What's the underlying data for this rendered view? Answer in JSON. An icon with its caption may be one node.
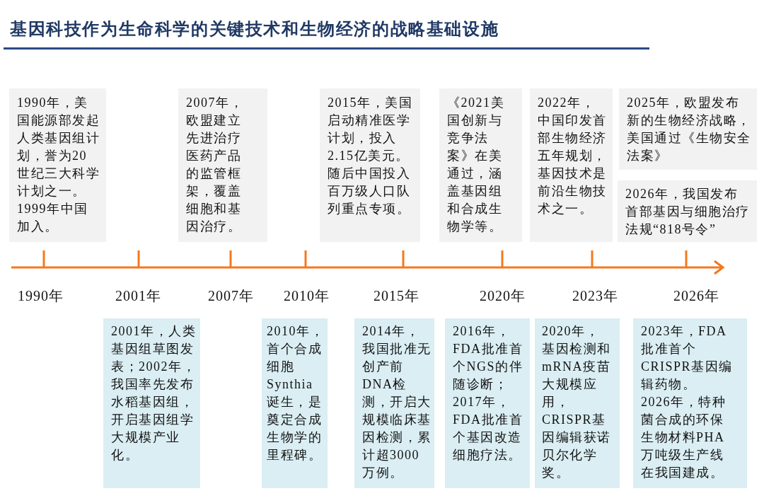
{
  "diagram": {
    "title": "基因科技作为生命科学的关键技术和生物经济的战略基础设施",
    "nodes": [
      {
        "text": [
          "1990年，美国能源部发起人类基因组计划，誉为20世纪三大科学计划之一。1999年中国加入。"
        ]
      },
      {
        "text": [
          "2007年，欧盟建立先进治疗医药产品的监管框架，覆盖细胞和基因治疗。"
        ]
      },
      {
        "text": [
          "2015年，美国启动精准医学计划，投入2.15亿美元。随后中国投入百万级人口队列重点专项。"
        ]
      },
      {
        "text": [
          "《2021美国创新与竞争法案》在美通过，涵盖基因组和合成生物学等。"
        ]
      },
      {
        "text": [
          "2022年，中国印发首部生物经济五年规划，基因技术是前沿生物技术之一。"
        ]
      },
      {
        "text": [
          "2025年，欧盟发布新的生物经济战略，美国通过《生物安全法案》"
        ]
      },
      {
        "text": [
          "2026年，我国发布首部基因与细胞治疗法规“818号令”"
        ]
      },
      {
        "text": [
          "2001年，人类基因组草图发表；2002年，我国率先发布水稻基因组，开启基因组学大规模产业化。"
        ]
      },
      {
        "text": [
          "2010年，首个合成细胞Synthia诞生，是奠定合成生物学的里程碑。"
        ]
      },
      {
        "text": [
          "2014年，我国批准无创产前DNA检测，开启大规模临床基因检测，累计超3000万例。"
        ]
      },
      {
        "text": [
          "2016年，FDA批准首个NGS的伴随诊断；2017年，FDA批准首个基因改造细胞疗法。"
        ]
      },
      {
        "text": [
          "2020年，基因检测和mRNA疫苗大规模应用，CRISPR基因编辑获诺贝尔化学奖。"
        ]
      },
      {
        "text": [
          "2023年，FDA批准首个CRISPR基因编辑药物。",
          "2026年，特种菌合成的环保生物材料PHA万吨级生产线在我国建成。"
        ]
      }
    ],
    "labels": [
      "1990年",
      "2001年",
      "2007年",
      "2010年",
      "2015年",
      "2020年",
      "2023年",
      "2026年"
    ]
  }
}
